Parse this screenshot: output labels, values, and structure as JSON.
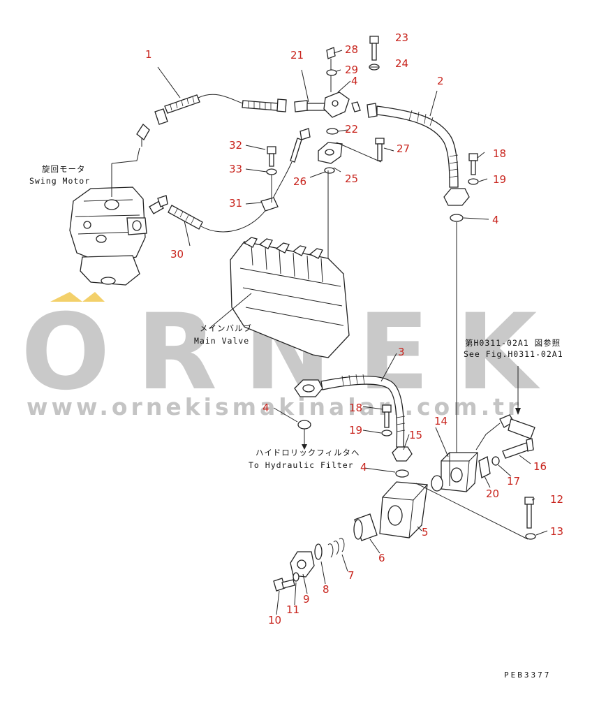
{
  "watermark": {
    "brand": "ORNEK",
    "url": "www.ornekismakinalari.com.tr",
    "accent_color": "#f3d06a",
    "text_color": "#c9c9c9"
  },
  "labels": {
    "swing_motor_jp": "旋回モータ",
    "swing_motor_en": "Swing Motor",
    "main_valve_jp": "メインバルブ",
    "main_valve_en": "Main Valve",
    "hyd_filter_jp": "ハイドロリックフィルタへ",
    "hyd_filter_en": "To Hydraulic Filter",
    "see_fig_jp": "第H0311-02A1 図参照",
    "see_fig_en": "See Fig.H0311-02A1",
    "drawing_code": "PEB3377"
  },
  "callouts": {
    "c1": "1",
    "c2": "2",
    "c3": "3",
    "c4a": "4",
    "c4b": "4",
    "c4c": "4",
    "c4d": "4",
    "c5": "5",
    "c6": "6",
    "c7": "7",
    "c8": "8",
    "c9": "9",
    "c10": "10",
    "c11": "11",
    "c12": "12",
    "c13": "13",
    "c14": "14",
    "c15": "15",
    "c16": "16",
    "c17": "17",
    "c18a": "18",
    "c18b": "18",
    "c19a": "19",
    "c19b": "19",
    "c20": "20",
    "c21": "21",
    "c22": "22",
    "c23": "23",
    "c24": "24",
    "c25": "25",
    "c26": "26",
    "c27": "27",
    "c28": "28",
    "c29": "29",
    "c30": "30",
    "c31": "31",
    "c32": "32",
    "c33": "33"
  }
}
